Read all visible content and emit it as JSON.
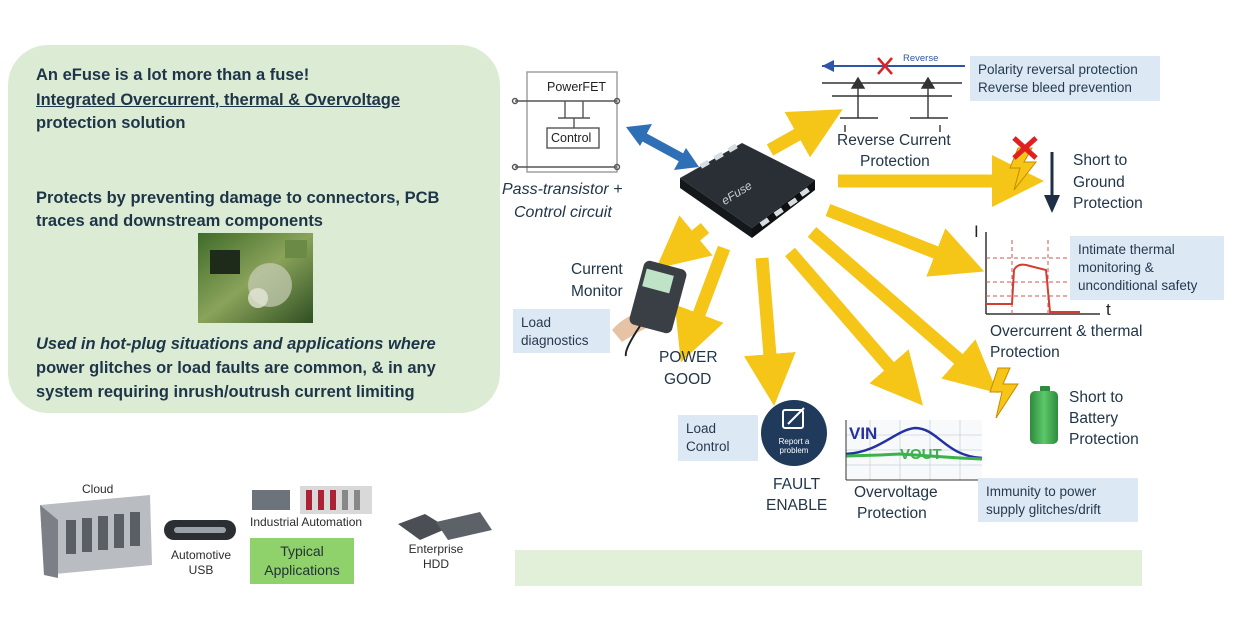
{
  "panel": {
    "line1": "An eFuse is a lot more than a fuse!",
    "line2": "Integrated Overcurrent, thermal & Overvoltage",
    "line3": "protection solution",
    "line4": "Protects by preventing damage to connectors, PCB",
    "line5": "traces and downstream components",
    "line6": "Used in hot-plug situations and applications where",
    "line7": "power glitches or load faults are common, & in any",
    "line8": "system requiring inrush/outrush current limiting"
  },
  "diagram": {
    "powerfet": "PowerFET",
    "control": "Control",
    "pass_transistor_1": "Pass-transistor +",
    "pass_transistor_2": "Control circuit",
    "efuse": "eFuse",
    "reverse_tag": "Reverse",
    "reverse_1": "Reverse Current",
    "reverse_2": "Protection",
    "polarity_1": "Polarity reversal protection",
    "polarity_2": "Reverse bleed prevention",
    "short_ground_1": "Short to",
    "short_ground_2": "Ground",
    "short_ground_3": "Protection",
    "axis_i": "I",
    "axis_t": "t",
    "thermal_1": "Intimate thermal",
    "thermal_2": "monitoring &",
    "thermal_3": "unconditional safety",
    "overcurrent_1": "Overcurrent & thermal",
    "overcurrent_2": "Protection",
    "short_battery_1": "Short to",
    "short_battery_2": "Battery",
    "short_battery_3": "Protection",
    "vin": "VIN",
    "vout": "VOUT",
    "overvoltage_1": "Overvoltage",
    "overvoltage_2": "Protection",
    "immunity_1": "Immunity to power",
    "immunity_2": "supply glitches/drift",
    "fault_icon_1": "Report a",
    "fault_icon_2": "problem",
    "fault_1": "FAULT",
    "fault_2": "ENABLE",
    "load_control_1": "Load",
    "load_control_2": "Control",
    "power_good_1": "POWER",
    "power_good_2": "GOOD",
    "current_monitor_1": "Current",
    "current_monitor_2": "Monitor",
    "load_diag_1": "Load",
    "load_diag_2": "diagnostics"
  },
  "applications": {
    "cloud": "Cloud",
    "industrial": "Industrial Automation",
    "automotive_1": "Automotive",
    "automotive_2": "USB",
    "typical_1": "Typical",
    "typical_2": "Applications",
    "enterprise_1": "Enterprise",
    "enterprise_2": "HDD"
  },
  "colors": {
    "panel_bg": "#dcecd4",
    "arrow_yellow": "#f5c518",
    "double_arrow_blue": "#2f6fb5",
    "note_bg": "#dde8f5",
    "typical_bg": "#8fd16a"
  }
}
